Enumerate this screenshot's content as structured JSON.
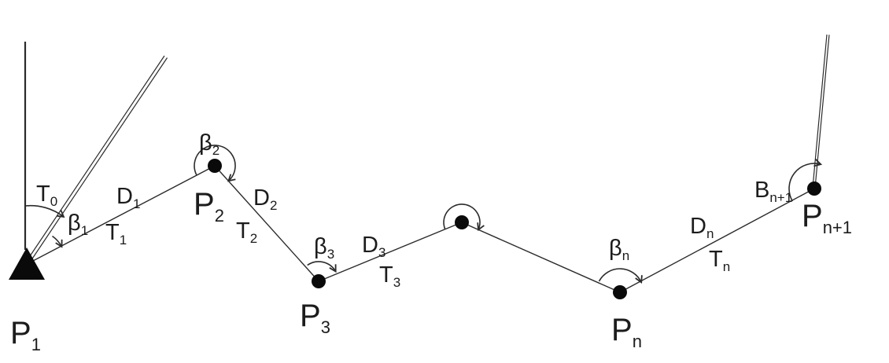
{
  "figure": {
    "type": "surveying-traverse-diagram",
    "background": "#ffffff",
    "ink_color": "#2b2b2b"
  },
  "reference_direction": {
    "main": "T",
    "sub": "0"
  },
  "points": [
    {
      "id": "P1",
      "marker": "station-triangle",
      "label": {
        "main": "P",
        "sub": "1"
      }
    },
    {
      "id": "P2",
      "marker": "dot",
      "label": {
        "main": "P",
        "sub": "2"
      }
    },
    {
      "id": "P3",
      "marker": "dot",
      "label": {
        "main": "P",
        "sub": "3"
      }
    },
    {
      "id": "P4",
      "marker": "dot",
      "label": {
        "main": "",
        "sub": ""
      }
    },
    {
      "id": "Pn",
      "marker": "dot",
      "label": {
        "main": "P",
        "sub": "n"
      }
    },
    {
      "id": "Pn+1",
      "marker": "dot",
      "label": {
        "main": "P",
        "sub": "n+1"
      }
    }
  ],
  "segments": [
    {
      "from": "P1",
      "to": "P2",
      "distance": {
        "main": "D",
        "sub": "1"
      },
      "direction": {
        "main": "T",
        "sub": "1"
      }
    },
    {
      "from": "P2",
      "to": "P3",
      "distance": {
        "main": "D",
        "sub": "2"
      },
      "direction": {
        "main": "T",
        "sub": "2"
      }
    },
    {
      "from": "P3",
      "to": "P4",
      "distance": {
        "main": "D",
        "sub": "3"
      },
      "direction": {
        "main": "T",
        "sub": "3"
      }
    },
    {
      "from": "P4",
      "to": "Pn"
    },
    {
      "from": "Pn",
      "to": "Pn+1",
      "distance": {
        "main": "D",
        "sub": "n"
      },
      "direction": {
        "main": "T",
        "sub": "n"
      }
    }
  ],
  "angles": [
    {
      "at": "P1",
      "label": {
        "main": "β",
        "sub": "1"
      }
    },
    {
      "at": "P2",
      "label": {
        "main": "β",
        "sub": "2"
      }
    },
    {
      "at": "P3",
      "label": {
        "main": "β",
        "sub": "3"
      }
    },
    {
      "at": "Pn",
      "label": {
        "main": "β",
        "sub": "n"
      }
    },
    {
      "at": "Pn+1",
      "label": {
        "main": "B",
        "sub": "n+1"
      }
    }
  ]
}
